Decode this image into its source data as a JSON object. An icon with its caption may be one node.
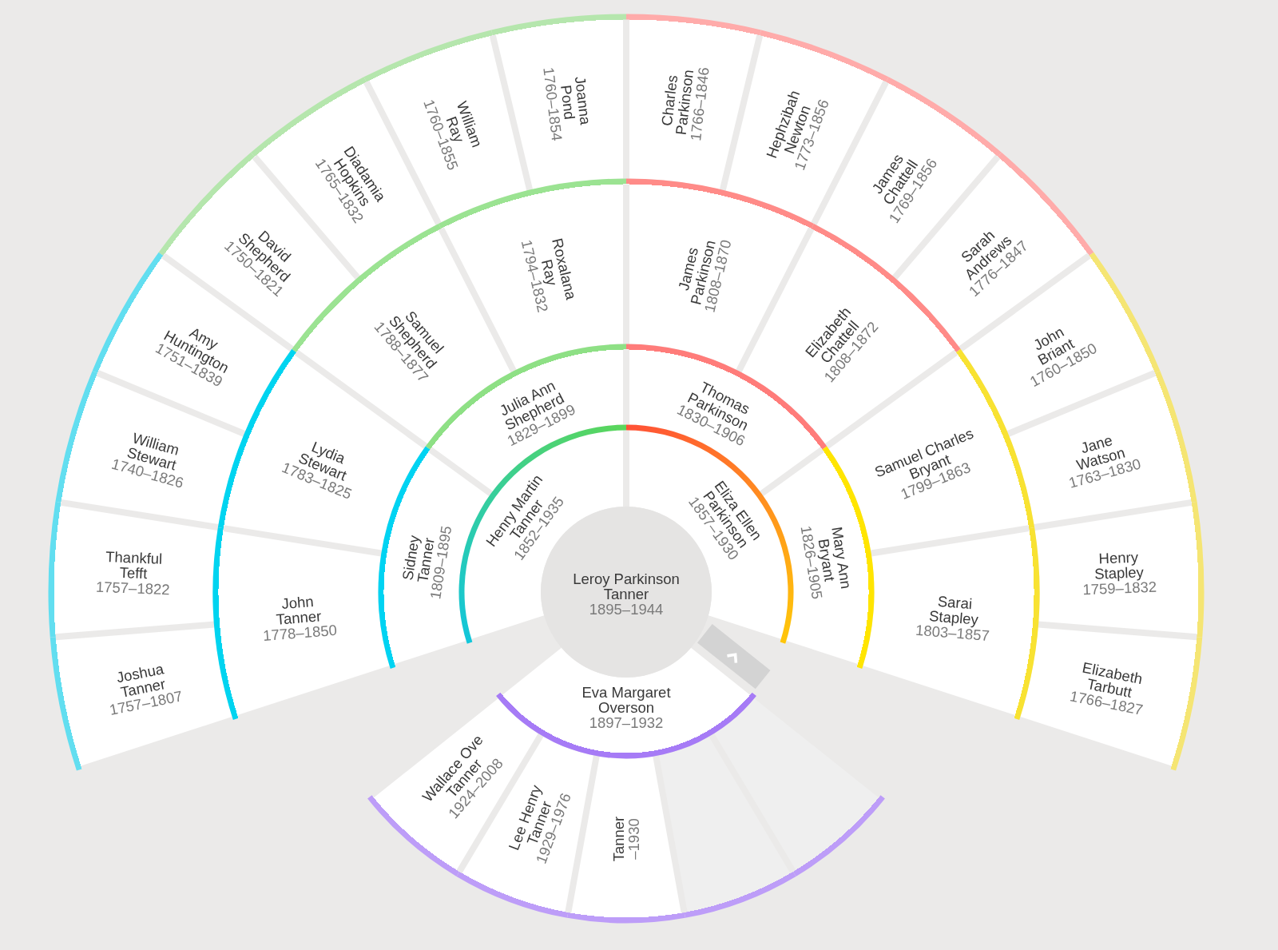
{
  "diagram": {
    "nodes": [
      {
        "text": [
          "Leroy Parkinson Tanner",
          "1895–1944"
        ]
      },
      {
        "text": [
          "Henry Martin Tanner",
          "1852–1935"
        ]
      },
      {
        "text": [
          "Eliza Ellen Parkinson",
          "1857–1930"
        ]
      },
      {
        "text": [
          "Sidney Tanner",
          "1809–1895"
        ]
      },
      {
        "text": [
          "Julia Ann Shepherd",
          "1829–1899"
        ]
      },
      {
        "text": [
          "Thomas Parkinson",
          "1830–1906"
        ]
      },
      {
        "text": [
          "Mary Ann Bryant",
          "1826–1905"
        ]
      },
      {
        "text": [
          "John Tanner",
          "1778–1850"
        ]
      },
      {
        "text": [
          "Lydia Stewart",
          "1783–1825"
        ]
      },
      {
        "text": [
          "Samuel Shepherd",
          "1788–1877"
        ]
      },
      {
        "text": [
          "Roxalana Ray",
          "1794–1832"
        ]
      },
      {
        "text": [
          "James Parkinson",
          "1808–1870"
        ]
      },
      {
        "text": [
          "Elizabeth Chattell",
          "1808–1872"
        ]
      },
      {
        "text": [
          "Samuel Charles Bryant",
          "1799–1863"
        ]
      },
      {
        "text": [
          "Sarai Stapley",
          "1803–1857"
        ]
      },
      {
        "text": [
          "Joshua Tanner",
          "1757–1807"
        ]
      },
      {
        "text": [
          "Thankful Tefft",
          "1757–1822"
        ]
      },
      {
        "text": [
          "William Stewart",
          "1740–1826"
        ]
      },
      {
        "text": [
          "Amy Huntington",
          "1751–1839"
        ]
      },
      {
        "text": [
          "David Shepherd",
          "1750–1821"
        ]
      },
      {
        "text": [
          "Diadamia Hopkins",
          "1765–1832"
        ]
      },
      {
        "text": [
          "William Ray",
          "1760–1855"
        ]
      },
      {
        "text": [
          "Joanna Pond",
          "1760–1854"
        ]
      },
      {
        "text": [
          "Charles Parkinson",
          "1766–1846"
        ]
      },
      {
        "text": [
          "Hephzibah Newton",
          "1773–1856"
        ]
      },
      {
        "text": [
          "James Chattell",
          "1769–1856"
        ]
      },
      {
        "text": [
          "Sarah Andrews",
          "1776–1847"
        ]
      },
      {
        "text": [
          "John Briant",
          "1760–1850"
        ]
      },
      {
        "text": [
          "Jane Watson",
          "1763–1830"
        ]
      },
      {
        "text": [
          "Henry Stapley",
          "1759–1832"
        ]
      },
      {
        "text": [
          "Elizabeth Tarbutt",
          "1766–1827"
        ]
      },
      {
        "text": [
          "Eva Margaret Overson",
          "1897–1932"
        ]
      },
      {
        "text": [
          "Wallace Ove Tanner",
          "1924–2008"
        ]
      },
      {
        "text": [
          "Lee Henry Tanner",
          "1929–1976"
        ]
      },
      {
        "text": [
          "Tanner",
          "–1930"
        ]
      },
      {
        "text": [],
        "shape": "sector"
      },
      {
        "text": [],
        "shape": "sector"
      }
    ]
  }
}
